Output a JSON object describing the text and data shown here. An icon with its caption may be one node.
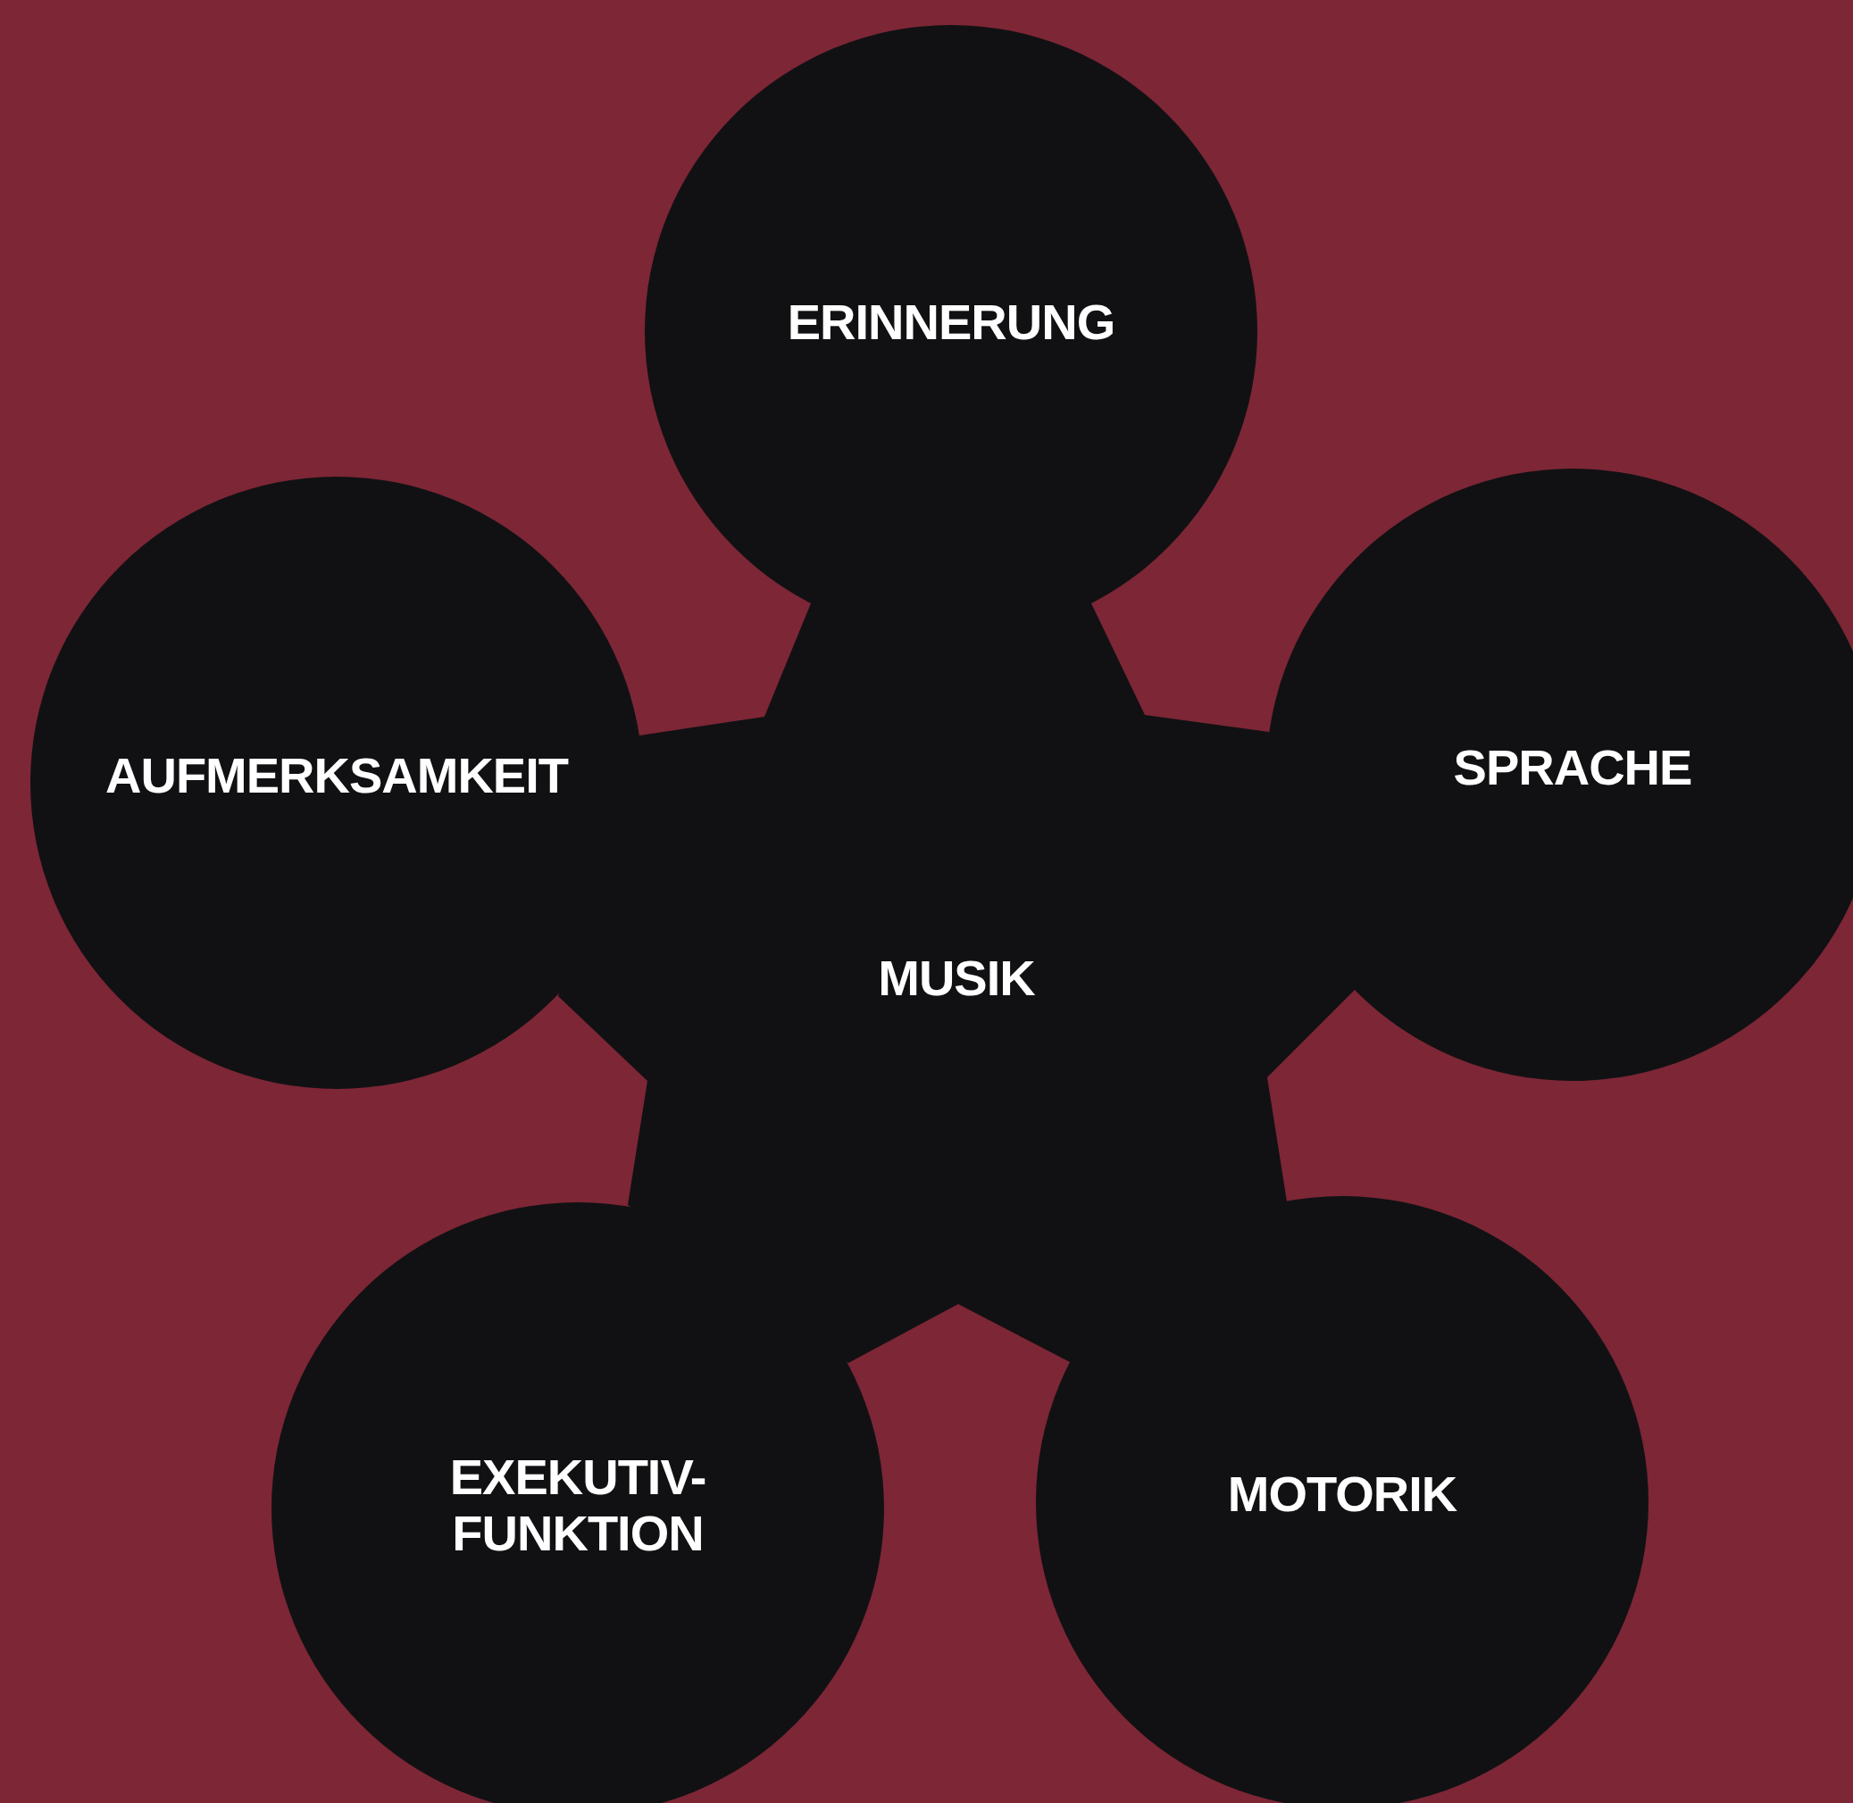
{
  "diagram": {
    "nodes": [
      {
        "text": [
          "ERINNERUNG"
        ]
      },
      {
        "text": [
          "AUFMERKSAMKEIT"
        ]
      },
      {
        "text": [
          "SPRACHE"
        ]
      },
      {
        "text": [
          "MUSIK"
        ]
      },
      {
        "text": [
          "EXEKUTIV- FUNKTION"
        ]
      },
      {
        "text": [
          "MOTORIK"
        ]
      }
    ]
  }
}
